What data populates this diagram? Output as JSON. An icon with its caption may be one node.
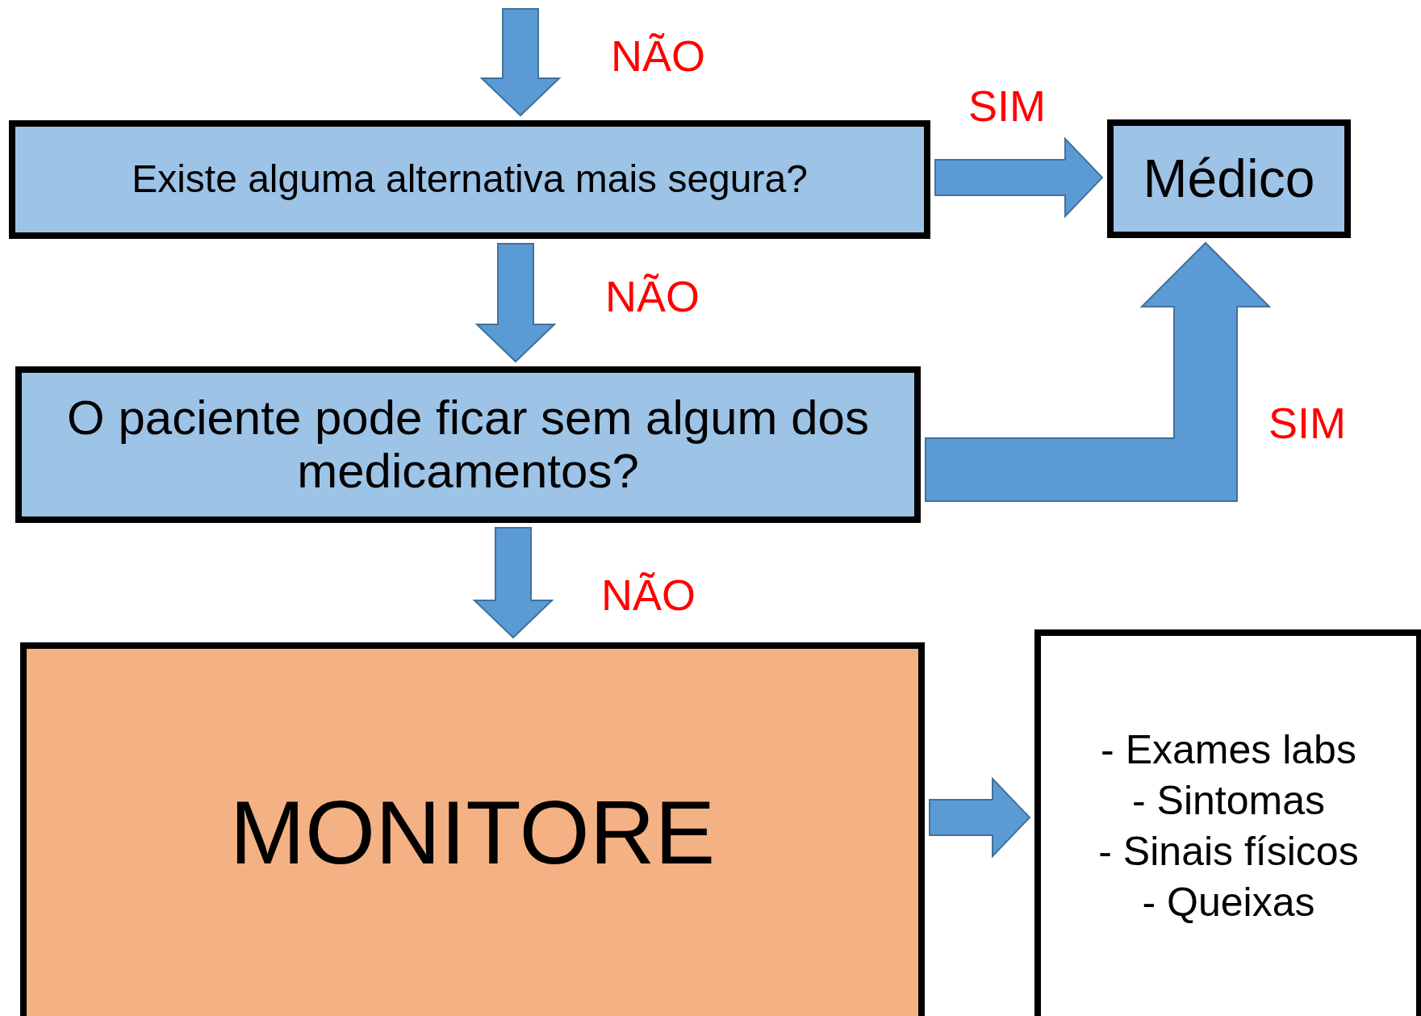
{
  "diagram": {
    "nodes": [
      {
        "text": [
          "Existe alguma alternativa mais segura?"
        ]
      },
      {
        "text": [
          "Médico"
        ]
      },
      {
        "text": [
          "O paciente pode ficar sem algum dos medicamentos?"
        ]
      },
      {
        "text": [
          "MONITORE"
        ]
      },
      {
        "text": [
          "- Exames labs",
          "- Sintomas",
          "- Sinais físicos",
          "- Queixas"
        ]
      }
    ],
    "edges": [
      {
        "from": null,
        "to": 0,
        "arrow": "to",
        "label": "NÃO"
      },
      {
        "from": 0,
        "to": 1,
        "arrow": "to",
        "label": "SIM"
      },
      {
        "from": 0,
        "to": 2,
        "arrow": "to",
        "label": "NÃO"
      },
      {
        "from": 2,
        "to": 1,
        "arrow": "to",
        "label": "SIM"
      },
      {
        "from": 2,
        "to": 3,
        "arrow": "to",
        "label": "NÃO"
      },
      {
        "from": 3,
        "to": 4,
        "arrow": "to"
      }
    ]
  }
}
